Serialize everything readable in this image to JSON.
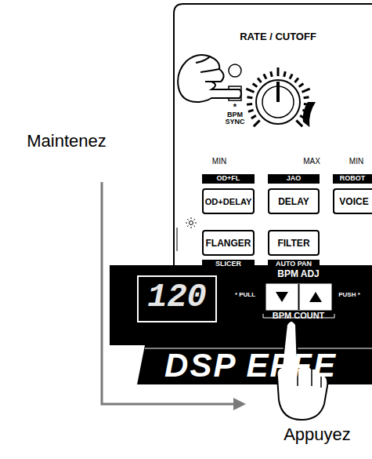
{
  "diagram": {
    "nodes": [
      {
        "text": [
          "OD+DELAY"
        ]
      },
      {
        "text": [
          "DELAY"
        ]
      },
      {
        "text": [
          "VOICE"
        ]
      },
      {
        "text": [
          "FLANGER"
        ]
      },
      {
        "text": [
          "FILTER"
        ]
      }
    ],
    "labels": [
      "RATE / CUTOFF",
      "*",
      "BPM SYNC",
      "MIN",
      "MAX",
      "MIN",
      "OD+FL",
      "JAO",
      "ROBOT",
      "SLICER",
      "AUTO PAN",
      "Maintenez",
      "120",
      "BPM ADJ",
      "* PULL",
      "PUSH *",
      "BPM COUNT",
      "DSP EFFE",
      "Appuyez"
    ]
  }
}
